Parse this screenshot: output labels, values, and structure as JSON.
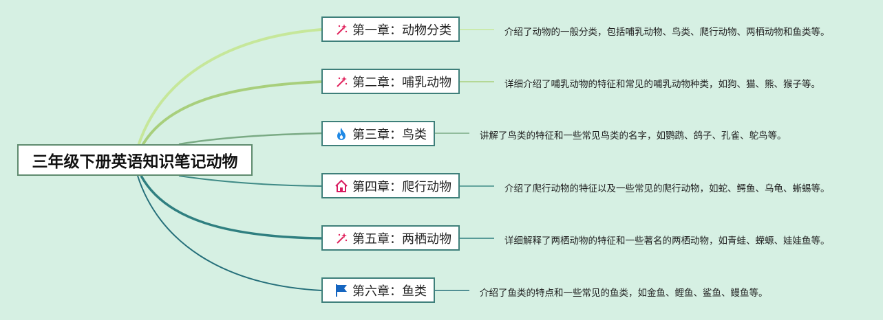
{
  "root": {
    "title": "三年级下册英语知识笔记动物"
  },
  "chapters": [
    {
      "label": "第一章：动物分类",
      "icon": "sparkle-wand-icon",
      "desc": "介绍了动物的一般分类，包括哺乳动物、鸟类、爬行动物、两栖动物和鱼类等。"
    },
    {
      "label": "第二章：哺乳动物",
      "icon": "sparkle-wand-icon",
      "desc": "详细介绍了哺乳动物的特征和常见的哺乳动物种类，如狗、猫、熊、猴子等。"
    },
    {
      "label": "第三章：鸟类",
      "icon": "flame-icon",
      "desc": "讲解了鸟类的特征和一些常见鸟类的名字，如鹦鹉、鸽子、孔雀、鸵鸟等。"
    },
    {
      "label": "第四章：爬行动物",
      "icon": "home-icon",
      "desc": "介绍了爬行动物的特征以及一些常见的爬行动物，如蛇、鳄鱼、乌龟、蜥蜴等。"
    },
    {
      "label": "第五章：两栖动物",
      "icon": "sparkle-wand-icon",
      "desc": "详细解释了两栖动物的特征和一些著名的两栖动物，如青蛙、蝾螈、娃娃鱼等。"
    },
    {
      "label": "第六章：鱼类",
      "icon": "flag-icon",
      "desc": "介绍了鱼类的特点和一些常见的鱼类，如金鱼、鲤鱼、鲨鱼、鳗鱼等。"
    }
  ],
  "colors": {
    "background": "#d6f0e3",
    "branch_1": "#c6e79a",
    "branch_2": "#a8cf7c",
    "branch_3": "#7aaa84",
    "branch_4": "#3f8a86",
    "branch_5": "#2f7f80",
    "branch_6": "#256f7a",
    "sparkle_icon": "#e0245e",
    "flame_icon": "#1e88e5",
    "home_icon": "#d81b60",
    "flag_icon": "#1565c0"
  }
}
